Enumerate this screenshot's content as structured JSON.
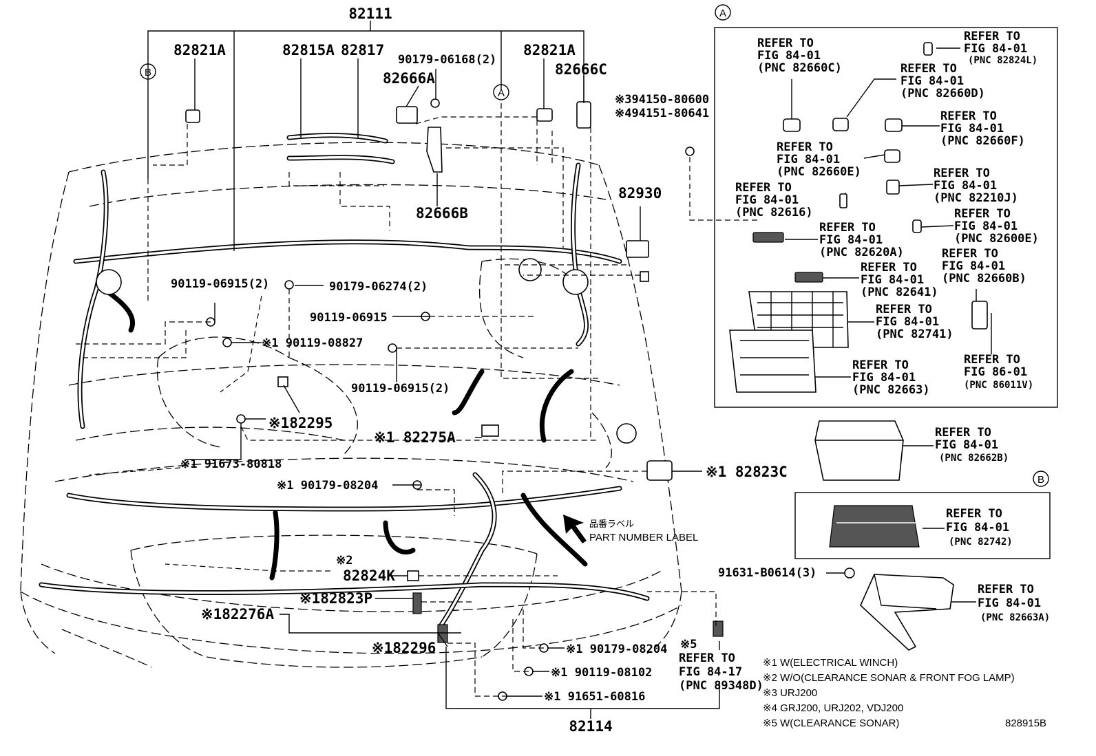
{
  "callouts": {
    "c82111": "82111",
    "c82821A_left": "82821A",
    "c82815A": "82815A",
    "c82817": "82817",
    "c90179_06168": "90179-06168(2)",
    "c82666A": "82666A",
    "c82821A_right": "82821A",
    "c82666C": "82666C",
    "c94150_80600": "※394150-80600",
    "c94151_80641": "※494151-80641",
    "c82930": "82930",
    "c82666B": "82666B",
    "c90119_06915_2a": "90119-06915(2)",
    "c90179_06274": "90179-06274(2)",
    "c90119_06915": "90119-06915",
    "c90119_08827": "※1 90119-08827",
    "c90119_06915_2b": "90119-06915(2)",
    "c82295": "※182295",
    "c82275A": "※1 82275A",
    "c91673_80818": "※1 91673-80818",
    "c82823C": "※1 82823C",
    "c90179_08204_top": "※1 90179-08204",
    "c_note2": "※2",
    "c82824K": "82824K",
    "c82823P": "※182823P",
    "c82276A": "※182276A",
    "c82296": "※182296",
    "c90179_08204_bot": "※1 90179-08204",
    "c90119_08102": "※1 90119-08102",
    "c91651_60816": "※1 91651-60816",
    "c82114": "82114",
    "c91631_B0614": "91631-B0614(3)",
    "c_note5": "※5"
  },
  "circle_labels": {
    "a": "A",
    "b": "B"
  },
  "label": {
    "jp": "品番ラベル",
    "en": "PART NUMBER LABEL"
  },
  "refs": {
    "r82660C": {
      "l1": "REFER TO",
      "l2": "FIG 84-01",
      "l3": "(PNC 82660C)"
    },
    "r82824L": {
      "l1": "REFER TO",
      "l2": "FIG 84-01",
      "l3": "(PNC 82824L)"
    },
    "r82660D": {
      "l1": "REFER TO",
      "l2": "FIG 84-01",
      "l3": "(PNC 82660D)"
    },
    "r82660F": {
      "l1": "REFER TO",
      "l2": "FIG 84-01",
      "l3": "(PNC 82660F)"
    },
    "r82660E": {
      "l1": "REFER TO",
      "l2": "FIG 84-01",
      "l3": "(PNC 82660E)"
    },
    "r82210J": {
      "l1": "REFER TO",
      "l2": "FIG 84-01",
      "l3": "(PNC 82210J)"
    },
    "r82616": {
      "l1": "REFER TO",
      "l2": "FIG 84-01",
      "l3": "(PNC 82616)"
    },
    "r82600E": {
      "l1": "REFER TO",
      "l2": "FIG 84-01",
      "l3": "(PNC 82600E)"
    },
    "r82620A": {
      "l1": "REFER TO",
      "l2": "FIG 84-01",
      "l3": "(PNC 82620A)"
    },
    "r82660B": {
      "l1": "REFER TO",
      "l2": "FIG 84-01",
      "l3": "(PNC 82660B)"
    },
    "r82641": {
      "l1": "REFER TO",
      "l2": "FIG 84-01",
      "l3": "(PNC 82641)"
    },
    "r82741": {
      "l1": "REFER TO",
      "l2": "FIG 84-01",
      "l3": "(PNC 82741)"
    },
    "r86011V": {
      "l1": "REFER TO",
      "l2": "FIG 86-01",
      "l3": "(PNC 86011V)"
    },
    "r82663": {
      "l1": "REFER TO",
      "l2": "FIG 84-01",
      "l3": "(PNC 82663)"
    },
    "r82662B": {
      "l1": "REFER TO",
      "l2": "FIG 84-01",
      "l3": "(PNC 82662B)"
    },
    "r82742": {
      "l1": "REFER TO",
      "l2": "FIG 84-01",
      "l3": "(PNC 82742)"
    },
    "r82663A": {
      "l1": "REFER TO",
      "l2": "FIG 84-01",
      "l3": "(PNC 82663A)"
    },
    "r89348D": {
      "l1": "REFER TO",
      "l2": "FIG 84-17",
      "l3": "(PNC 89348D)"
    }
  },
  "notes": [
    "※1 W(ELECTRICAL WINCH)",
    "※2 W/O(CLEARANCE SONAR & FRONT FOG LAMP)",
    "※3 URJ200",
    "※4 GRJ200, URJ202, VDJ200",
    "※5 W(CLEARANCE SONAR)"
  ],
  "figure_id": "828915B"
}
